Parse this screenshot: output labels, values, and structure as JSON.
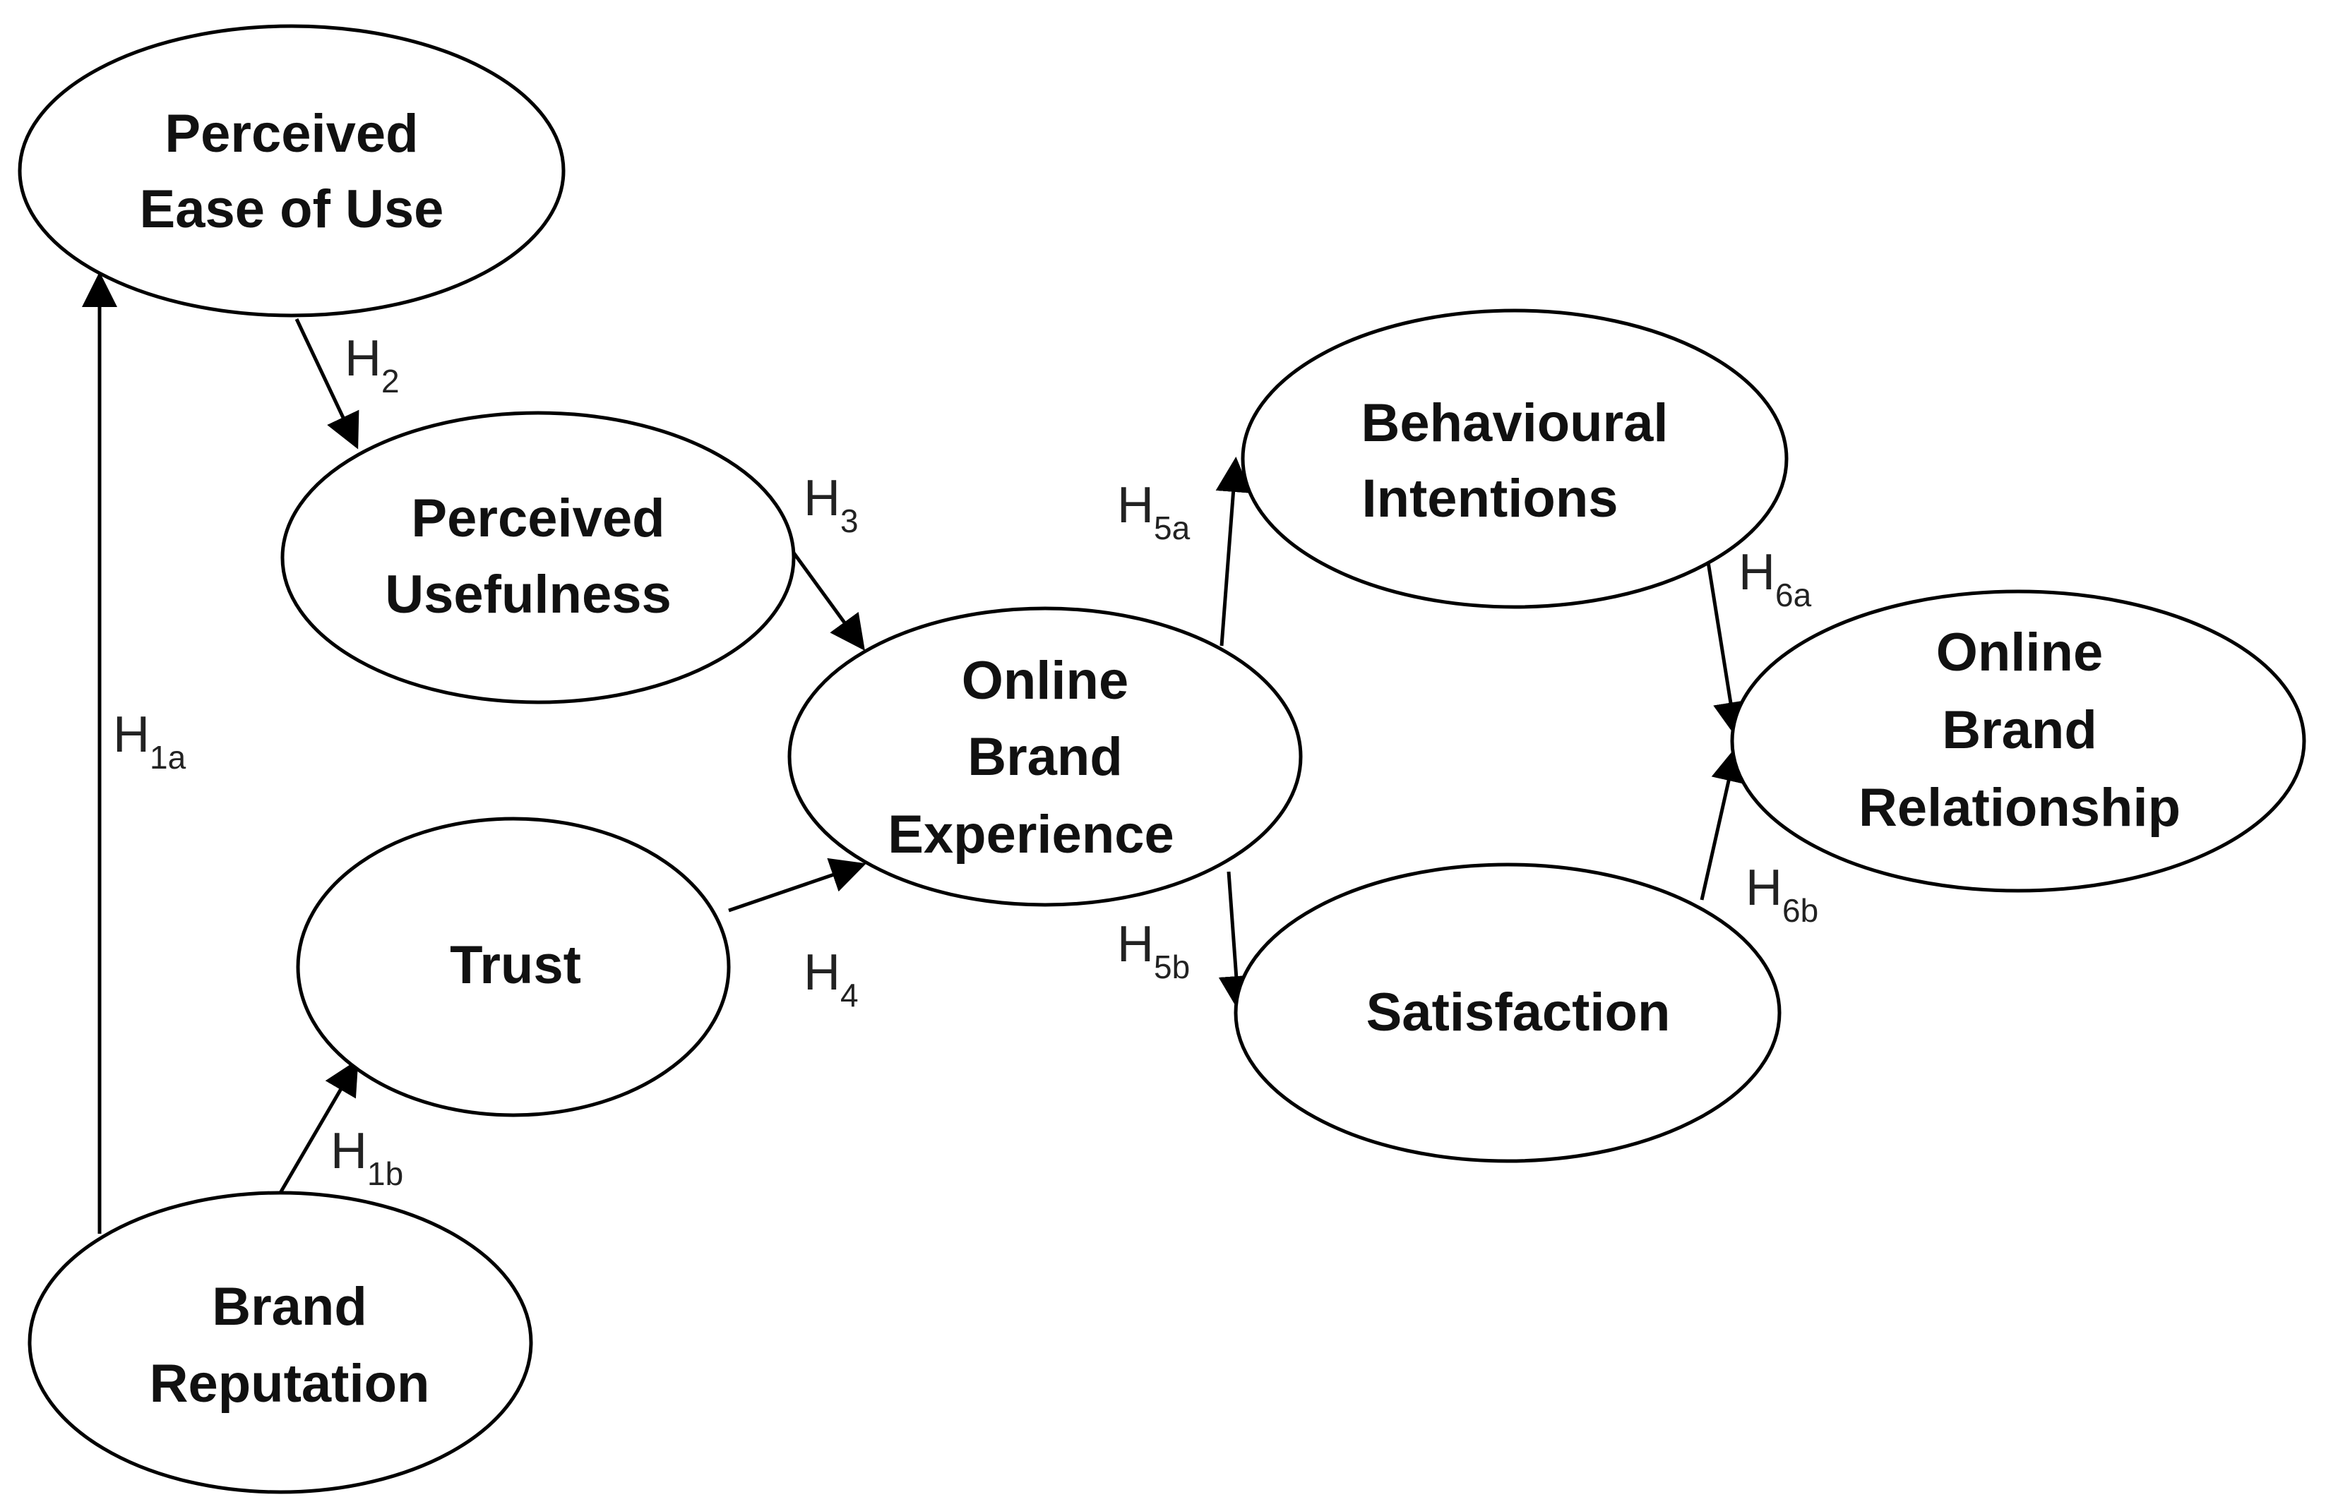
{
  "diagram": {
    "nodes": {
      "peou": {
        "line1": "Perceived",
        "line2": "Ease of Use"
      },
      "pu": {
        "line1": "Perceived",
        "line2": "Usefulness"
      },
      "trust": {
        "line1": "Trust"
      },
      "br": {
        "line1": "Brand",
        "line2": "Reputation"
      },
      "obe": {
        "line1": "Online",
        "line2": "Brand",
        "line3": "Experience"
      },
      "bi": {
        "line1": "Behavioural",
        "line2": "Intentions"
      },
      "sat": {
        "line1": "Satisfaction"
      },
      "obr": {
        "line1": "Online",
        "line2": "Brand",
        "line3": "Relationship"
      }
    },
    "hypotheses": {
      "h1a": {
        "main": "H",
        "sub": "1a"
      },
      "h1b": {
        "main": "H",
        "sub": "1b"
      },
      "h2": {
        "main": "H",
        "sub": "2"
      },
      "h3": {
        "main": "H",
        "sub": "3"
      },
      "h4": {
        "main": "H",
        "sub": "4"
      },
      "h5a": {
        "main": "H",
        "sub": "5a"
      },
      "h5b": {
        "main": "H",
        "sub": "5b"
      },
      "h6a": {
        "main": "H",
        "sub": "6a"
      },
      "h6b": {
        "main": "H",
        "sub": "6b"
      }
    },
    "colors": {
      "stroke": "#000000",
      "text": "#111111",
      "background": "#ffffff"
    }
  }
}
